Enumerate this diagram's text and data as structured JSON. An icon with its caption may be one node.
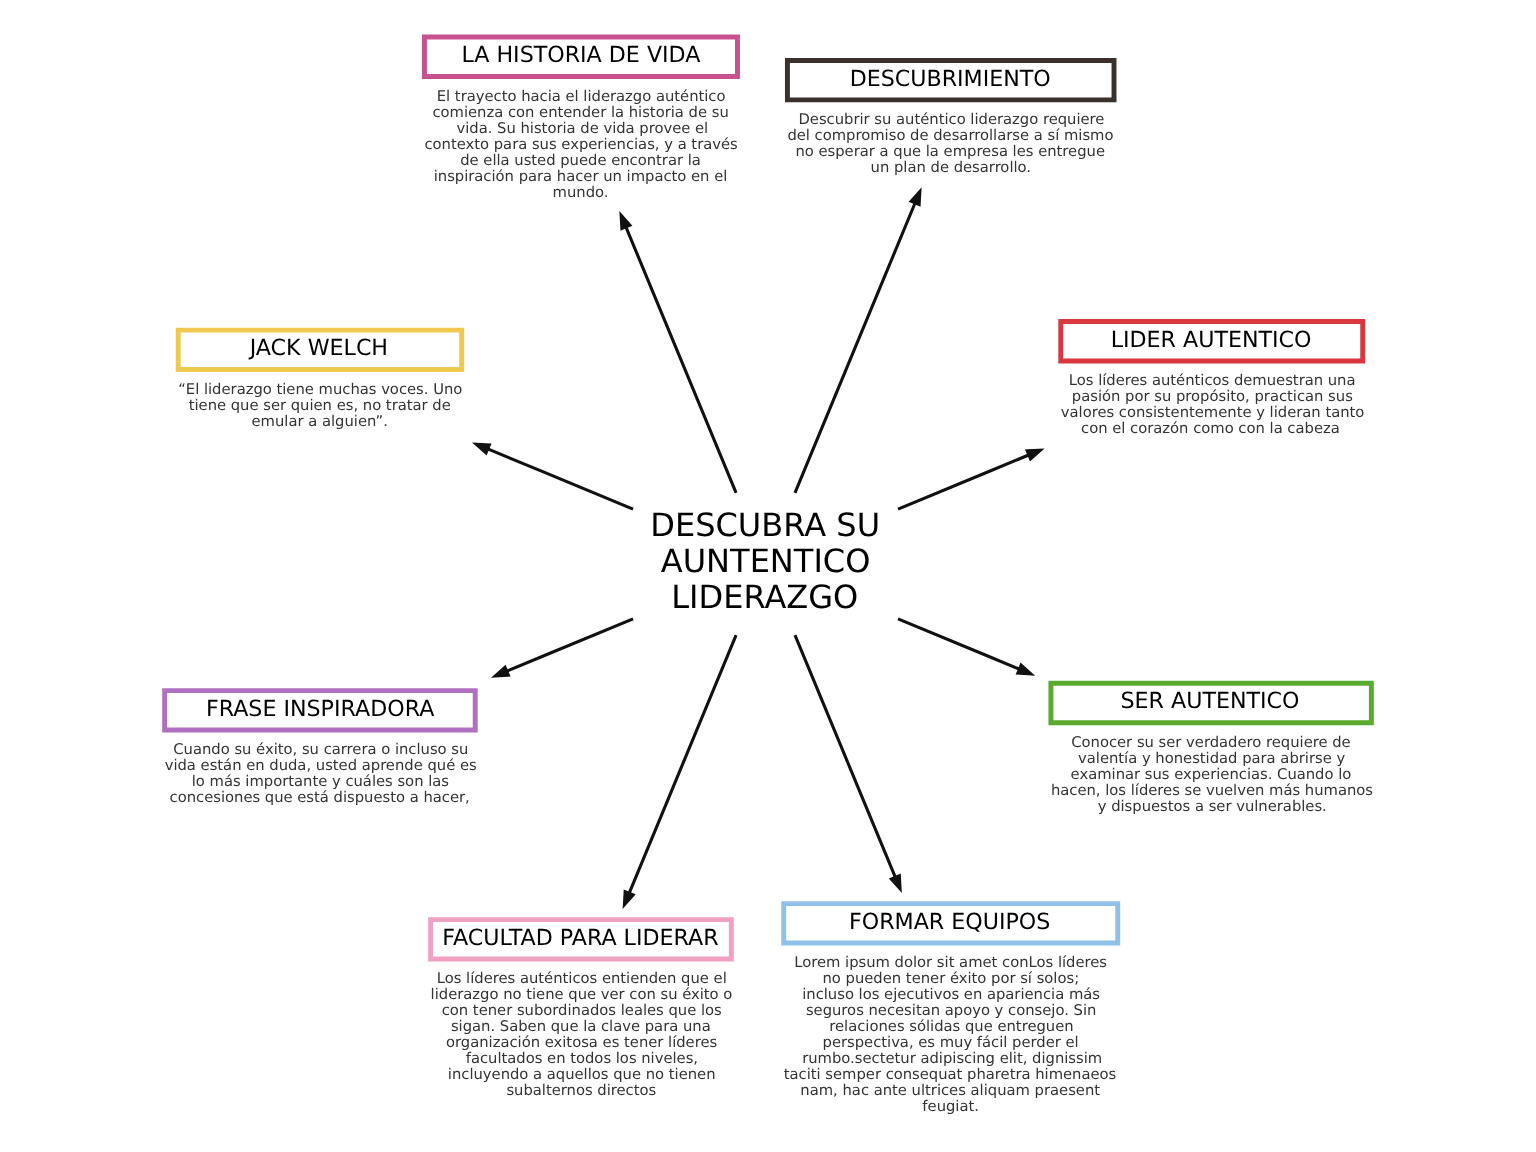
{
  "diagram": {
    "nodes": [
      {
        "text": [
          "LIDER AUTENTICO",
          "Los líderes auténticos demuestran una pasión por su propósito, practican sus valores consistentemente y lideran tanto con el corazón como con la cabeza"
        ]
      },
      {
        "text": [
          "DESCUBRIMIENTO",
          "Descubrir su auténtico liderazgo requiere del compromiso de desarrollarse a sí mismo no esperar a que la empresa les entregue un plan de desarrollo."
        ]
      },
      {
        "text": [
          "LA HISTORIA DE VIDA",
          "El trayecto hacia el liderazgo auténtico comienza con entender la historia de su vida. Su historia de vida provee el contexto para sus experiencias, y a través de ella usted puede encontrar la inspiración para hacer un impacto en el mundo."
        ]
      },
      {
        "text": [
          "JACK WELCH",
          "“El liderazgo tiene muchas voces. Uno tiene que ser quien es, no tratar de emular a alguien”."
        ]
      },
      {
        "text": [
          "DESCUBRA SU AUNTENTICO LIDERAZGO"
        ]
      },
      {
        "text": [
          "FRASE INSPIRADORA",
          "Cuando su éxito, su carrera o incluso su vida están en duda, usted aprende qué es lo más importante y cuáles son las concesiones que está dispuesto a hacer,"
        ]
      },
      {
        "text": [
          "FACULTAD PARA LIDERAR",
          "Los líderes auténticos entienden que el liderazgo no tiene que ver con su éxito o con tener subordinados leales que los sigan. Saben que la clave para una organización exitosa es tener líderes facultados en todos los niveles, incluyendo a aquellos que no tienen subalternos directos"
        ]
      },
      {
        "text": [
          "FORMAR EQUIPOS",
          "Lorem ipsum dolor sit amet conLos líderes no pueden tener éxito por sí solos; incluso los ejecutivos en apariencia más seguros necesitan apoyo y consejo. Sin relaciones sólidas que entreguen perspectiva, es muy fácil perder el rumbo.sectetur adipiscing elit, dignissim taciti semper consequat pharetra himenaeos nam, hac ante ultrices aliquam praesent feugiat."
        ]
      },
      {
        "text": [
          "SER AUTENTICO",
          "Conocer su ser verdadero requiere de valentía y honestidad para abrirse y examinar sus experiencias. Cuando lo hacen, los líderes se vuelven más humanos y dispuestos a ser vulnerables."
        ]
      }
    ],
    "edges": [
      {
        "from": 4,
        "to": 0,
        "arrow": "to"
      },
      {
        "from": 4,
        "to": 1,
        "arrow": "to"
      },
      {
        "from": 4,
        "to": 2,
        "arrow": "to"
      },
      {
        "from": 4,
        "to": 3,
        "arrow": "to"
      },
      {
        "from": 4,
        "to": 5,
        "arrow": "to"
      },
      {
        "from": 4,
        "to": 6,
        "arrow": "to"
      },
      {
        "from": 4,
        "to": 7,
        "arrow": "to"
      },
      {
        "from": 4,
        "to": 8,
        "arrow": "to"
      }
    ]
  }
}
